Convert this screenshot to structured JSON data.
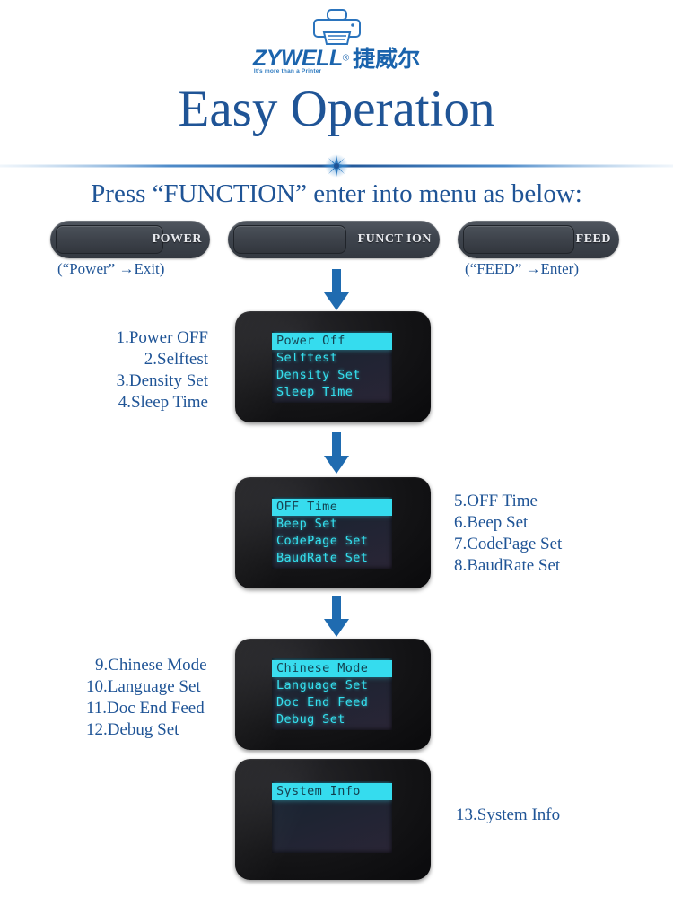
{
  "brand": {
    "logo_icon": "printer-icon",
    "wordmark": "ZYWELL",
    "registered_mark": "®",
    "wordmark_cn": "捷威尔",
    "tagline": "It's more than a Printer",
    "color": "#1b64ad"
  },
  "title": "Easy Operation",
  "divider": {
    "star_icon": "star-burst-icon",
    "color": "#2f7bc0"
  },
  "instruction": "Press “FUNCTION” enter into menu as below:",
  "buttons": [
    {
      "label": "POWER",
      "caption": "(“Power” →Exit)"
    },
    {
      "label": "FUNCT ION",
      "caption": ""
    },
    {
      "label": "FEED",
      "caption": "(“FEED” →Enter)"
    }
  ],
  "arrows": [
    {
      "name": "arrow-down-1"
    },
    {
      "name": "arrow-down-2"
    },
    {
      "name": "arrow-down-3"
    }
  ],
  "screens": [
    {
      "name": "lcd-screen-1",
      "lines": [
        {
          "text": "Power Off",
          "highlighted": true
        },
        {
          "text": "Selftest",
          "highlighted": false
        },
        {
          "text": "Density Set",
          "highlighted": false
        },
        {
          "text": "Sleep Time",
          "highlighted": false
        }
      ]
    },
    {
      "name": "lcd-screen-2",
      "lines": [
        {
          "text": "OFF Time",
          "highlighted": true
        },
        {
          "text": "Beep Set",
          "highlighted": false
        },
        {
          "text": "CodePage Set",
          "highlighted": false
        },
        {
          "text": "BaudRate Set",
          "highlighted": false
        }
      ]
    },
    {
      "name": "lcd-screen-3",
      "lines": [
        {
          "text": "Chinese Mode",
          "highlighted": true
        },
        {
          "text": "Language Set",
          "highlighted": false
        },
        {
          "text": "Doc End Feed",
          "highlighted": false
        },
        {
          "text": "Debug Set",
          "highlighted": false
        }
      ]
    },
    {
      "name": "lcd-screen-4",
      "lines": [
        {
          "text": "System Info",
          "highlighted": true
        }
      ]
    }
  ],
  "menu_lists": [
    {
      "name": "menu-list-1",
      "items": [
        "1.Power OFF",
        "2.Selftest",
        "3.Density Set",
        "4.Sleep Time"
      ]
    },
    {
      "name": "menu-list-2",
      "items": [
        "5.OFF Time",
        "6.Beep Set",
        "7.CodePage Set",
        "8.BaudRate Set"
      ]
    },
    {
      "name": "menu-list-3",
      "items": [
        "9.Chinese Mode",
        "10.Language Set",
        "11.Doc End Feed",
        "12.Debug Set"
      ]
    },
    {
      "name": "menu-list-4",
      "items": [
        "13.System Info"
      ]
    }
  ]
}
